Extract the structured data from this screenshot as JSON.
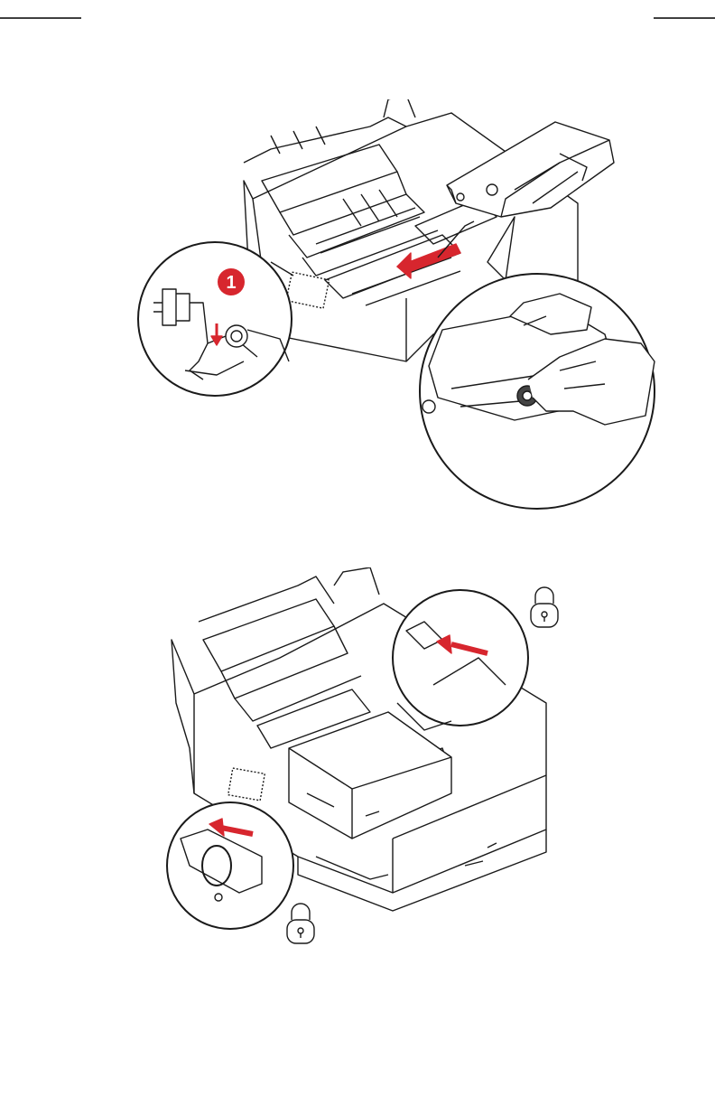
{
  "page": {
    "background": "#ffffff",
    "accent_color": "#d7262e",
    "line_color": "#1a1a1a"
  },
  "figure_1": {
    "name": "remove-belt-unit-illustration",
    "step_badge": "1",
    "icons": [
      "printer-open-icon",
      "belt-unit-icon",
      "red-arrow-icon",
      "belt-locking-lever-icon",
      "hand-icon"
    ]
  },
  "figure_2": {
    "name": "install-belt-unit-illustration",
    "icons": [
      "printer-open-icon",
      "belt-unit-icon",
      "red-arrow-icon",
      "lock-icon",
      "lock-icon"
    ]
  }
}
